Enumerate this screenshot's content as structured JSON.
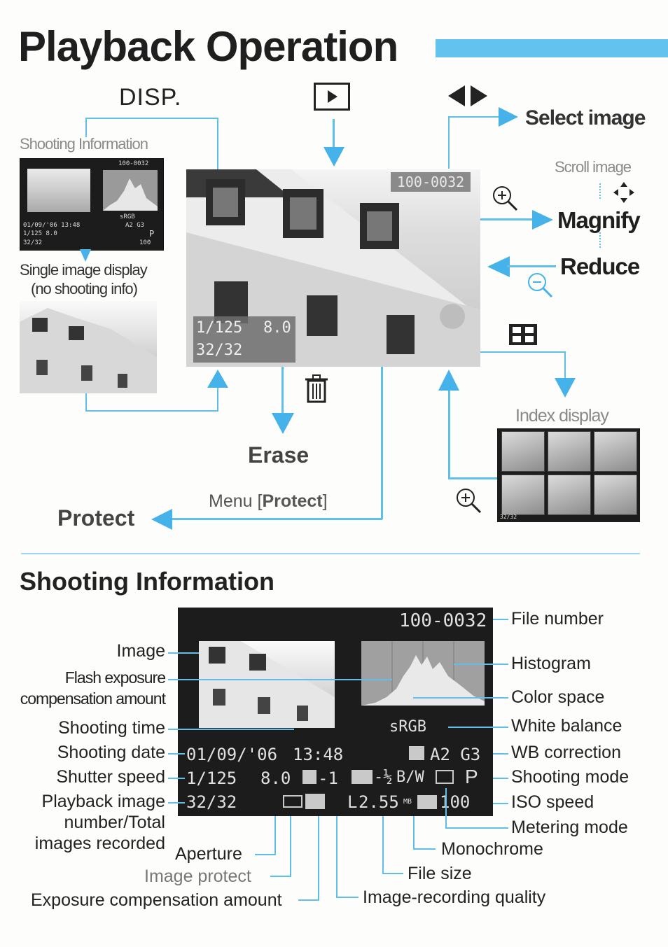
{
  "title": "Playback Operation",
  "top": {
    "disp_label": "DISP.",
    "shooting_info_label": "Shooting Information",
    "single_image_label_1": "Single image display",
    "single_image_label_2": "(no shooting info)",
    "select_image": "Select image",
    "scroll_image": "Scroll image",
    "magnify": "Magnify",
    "reduce": "Reduce",
    "file_number_overlay": "100-0032",
    "overlay_shutter": "1/125",
    "overlay_aperture": "8.0",
    "overlay_count": "32/32",
    "erase": "Erase",
    "menu_protect_prefix": "Menu [",
    "menu_protect_bold": "Protect",
    "menu_protect_suffix": "]",
    "protect": "Protect",
    "index_display": "Index display",
    "index_count": "32/32"
  },
  "mini_info": {
    "file": "100-0032",
    "srgb": "sRGB",
    "row1": "01/09/'06 13:48",
    "row1b": "A2 G3",
    "row2": "1/125  8.0",
    "row2b": "P",
    "row3": "32/32",
    "row3b": "100"
  },
  "section2": {
    "heading": "Shooting Information",
    "screen": {
      "file_number": "100-0032",
      "color_space": "sRGB",
      "date": "01/09/'06",
      "time": "13:48",
      "wb_corr": "A2  G3",
      "shutter": "1/125",
      "aperture": "8.0",
      "exp_comp": "-1",
      "flash_comp": "-½",
      "monochrome": "B/W",
      "mode": "P",
      "count": "32/32",
      "quality": "L",
      "file_size": "2.55",
      "file_size_unit": "MB",
      "iso": "100"
    },
    "left_labels": {
      "image": "Image",
      "flash_comp_1": "Flash exposure",
      "flash_comp_2": "compensation amount",
      "shooting_time": "Shooting time",
      "shooting_date": "Shooting date",
      "shutter_speed": "Shutter speed",
      "playback_1": "Playback image",
      "playback_2": "number/Total",
      "playback_3": "images recorded"
    },
    "right_labels": {
      "file_number": "File number",
      "histogram": "Histogram",
      "color_space": "Color space",
      "white_balance": "White balance",
      "wb_correction": "WB correction",
      "shooting_mode": "Shooting mode",
      "iso_speed": "ISO speed",
      "metering_mode": "Metering mode",
      "monochrome": "Monochrome",
      "file_size": "File size",
      "image_recording_quality": "Image-recording quality"
    },
    "bottom_labels": {
      "aperture": "Aperture",
      "image_protect": "Image protect",
      "exposure_comp": "Exposure compensation amount"
    }
  },
  "colors": {
    "accent": "#46b2ea",
    "title_bar": "#63c3ee"
  }
}
